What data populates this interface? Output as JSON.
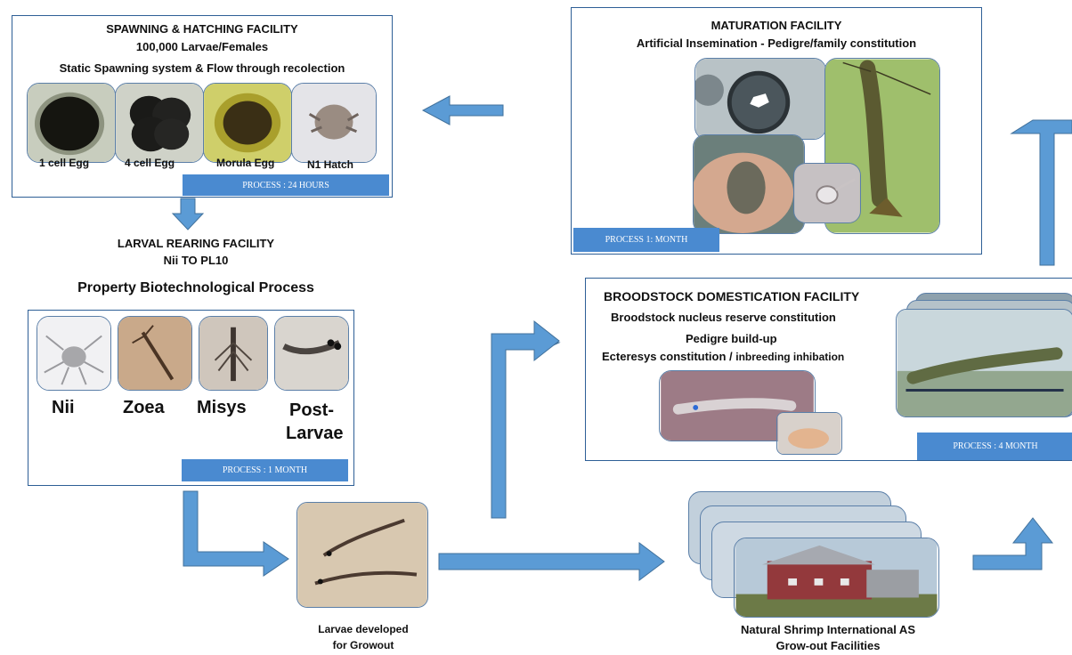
{
  "spawning": {
    "title": "SPAWNING & HATCHING FACILITY",
    "line1": "100,000 Larvae/Females",
    "line2": "Static Spawning system & Flow through recolection",
    "stages": [
      "1 cell Egg",
      "4 cell Egg",
      "Morula Egg",
      "N1 Hatch"
    ],
    "process": "PROCESS : 24 HOURS"
  },
  "larval": {
    "title": "LARVAL REARING FACILITY",
    "subtitle": "Nii TO PL10",
    "heading": "Property Biotechnological Process",
    "stages": [
      "Nii",
      "Zoea",
      "Misys",
      "Post-",
      "Larvae"
    ],
    "process": "PROCESS : 1 MONTH"
  },
  "growout_larvae": {
    "line1": "Larvae developed",
    "line2": "for Growout"
  },
  "maturation": {
    "title": "MATURATION FACILITY",
    "subtitle": "Artificial Insemination - Pedigre/family constitution",
    "process": "PROCESS 1: MONTH"
  },
  "broodstock": {
    "title": "BROODSTOCK DOMESTICATION FACILITY",
    "line1": "Broodstock nucleus reserve constitution",
    "line2": "Pedigre build-up",
    "line3_main": "Ecteresys constitution / ",
    "line3_small": "inbreeding inhibation",
    "process": "PROCESS :  4 MONTH"
  },
  "facilities": {
    "line1": "Natural Shrimp International AS",
    "line2": "Grow-out Facilities"
  },
  "colors": {
    "arrow": "#5b9bd5",
    "arrow_border": "#41719c",
    "banner": "#4a8ad0",
    "box_border": "#2e5f96"
  }
}
